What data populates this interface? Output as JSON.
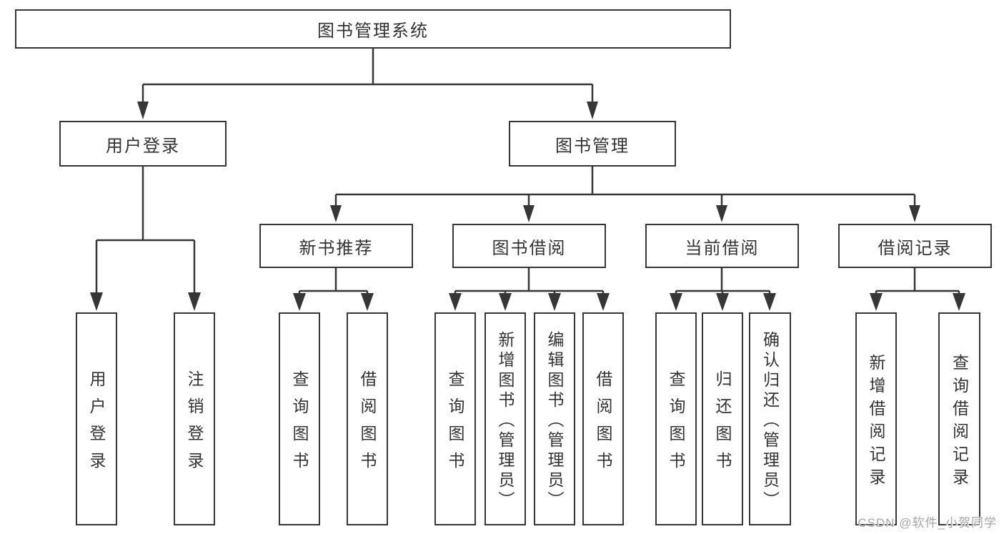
{
  "diagram": {
    "title": "图书管理系统",
    "level2": [
      "用户登录",
      "图书管理"
    ],
    "level3": [
      "新书推荐",
      "图书借阅",
      "当前借阅",
      "借阅记录"
    ],
    "leaves_user_login": [
      "用户登录",
      "注销登录"
    ],
    "leaves_new_book": [
      "查询图书",
      "借阅图书"
    ],
    "leaves_book_borrow": [
      "查询图书",
      "新增图书（管理员）",
      "编辑图书（管理员）",
      "借阅图书"
    ],
    "leaves_current_borrow": [
      "查询图书",
      "归还图书",
      "确认归还（管理员）"
    ],
    "leaves_borrow_records": [
      "新增借阅记录",
      "查询借阅记录"
    ]
  },
  "colors": {
    "line": "#363636",
    "box_border": "#363636",
    "text": "#333333",
    "box_background": "#ffffff",
    "page_background": "#ffffff",
    "watermark": "#a6a6a6"
  },
  "watermark": {
    "text": "CSDN @软件_小贺同学"
  }
}
